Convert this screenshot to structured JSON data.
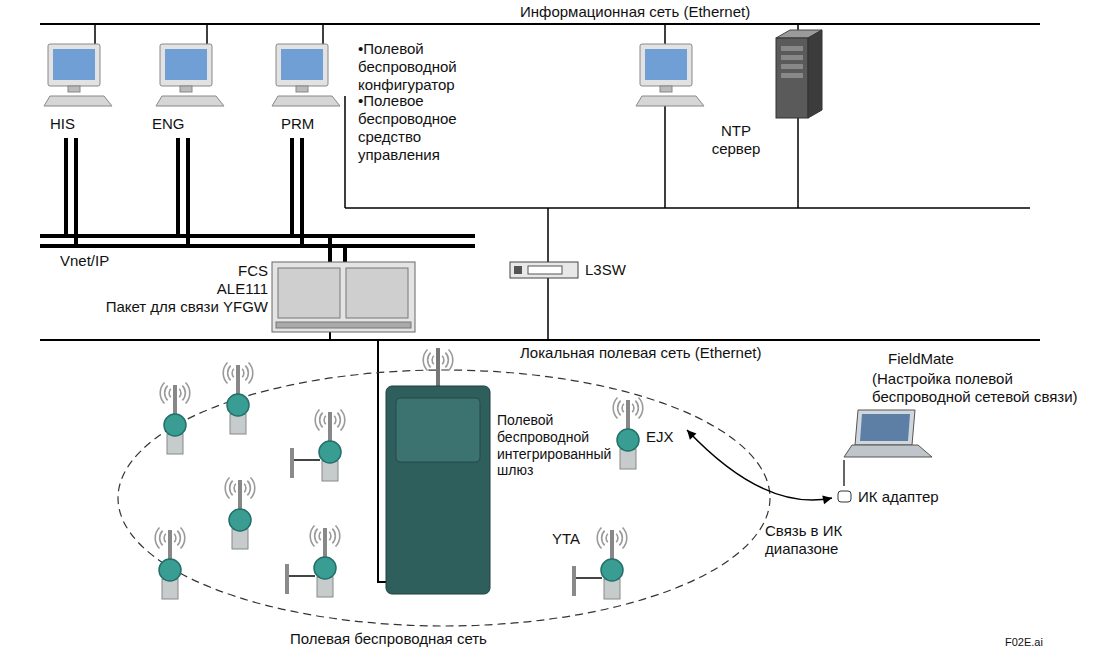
{
  "diagram": {
    "nodes": [
      {
        "text": [
          "HIS"
        ]
      },
      {
        "text": [
          "ENG"
        ]
      },
      {
        "text": [
          "PRM"
        ]
      },
      {
        "text": [
          "NTP сервер"
        ]
      },
      {
        "text": [
          "FCS",
          "ALE111",
          "Пакет для связи YFGW"
        ]
      },
      {
        "text": [
          "L3SW"
        ]
      },
      {
        "text": [
          "Полевой беспроводной интегрированный шлюз"
        ]
      },
      {
        "text": [
          "EJX"
        ]
      },
      {
        "text": [
          "YTA"
        ]
      },
      {
        "text": [
          "FieldMate",
          "(Настройка полевой беспроводной сетевой связи)"
        ]
      },
      {
        "text": [
          "ИК адаптер"
        ]
      }
    ],
    "edges": [
      {
        "from": 7,
        "to": 10,
        "label": "Связь в ИК диапазоне",
        "arrow": "both"
      },
      {
        "from": 10,
        "to": 9,
        "arrow": "none"
      }
    ],
    "labels": [
      "Информационная сеть (Ethernet)",
      "•Полевой беспроводной конфигуратор",
      "•Полевое беспроводное средство управления",
      "Vnet/IP",
      "Локальная полевая сеть (Ethernet)",
      "Полевая беспроводная сеть",
      "F02E.ai"
    ]
  }
}
